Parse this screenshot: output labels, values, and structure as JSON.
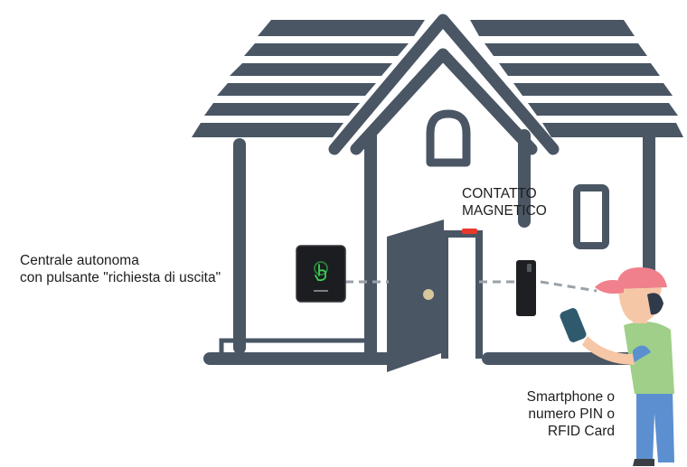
{
  "labels": {
    "central_line1": "Centrale autonoma",
    "central_line2": "con pulsante \"richiesta di uscita\"",
    "contact_line1": "CONTATTO",
    "contact_line2": "MAGNETICO",
    "user_line1": "Smartphone o",
    "user_line2": "numero PIN o",
    "user_line3": "RFID Card"
  },
  "colors": {
    "house": "#4a5664",
    "background": "#ffffff",
    "door_light": "#eef0f2",
    "led_green": "#39d353",
    "sensor_red": "#e8392b",
    "cap": "#f0808c",
    "shirt": "#9fcf88",
    "jeans": "#5b8fcf",
    "skin": "#f6c7a6",
    "phone": "#2f5a6e"
  },
  "icons": {
    "keypad": "touch-hand-icon",
    "door_knob": "door-knob-icon"
  }
}
